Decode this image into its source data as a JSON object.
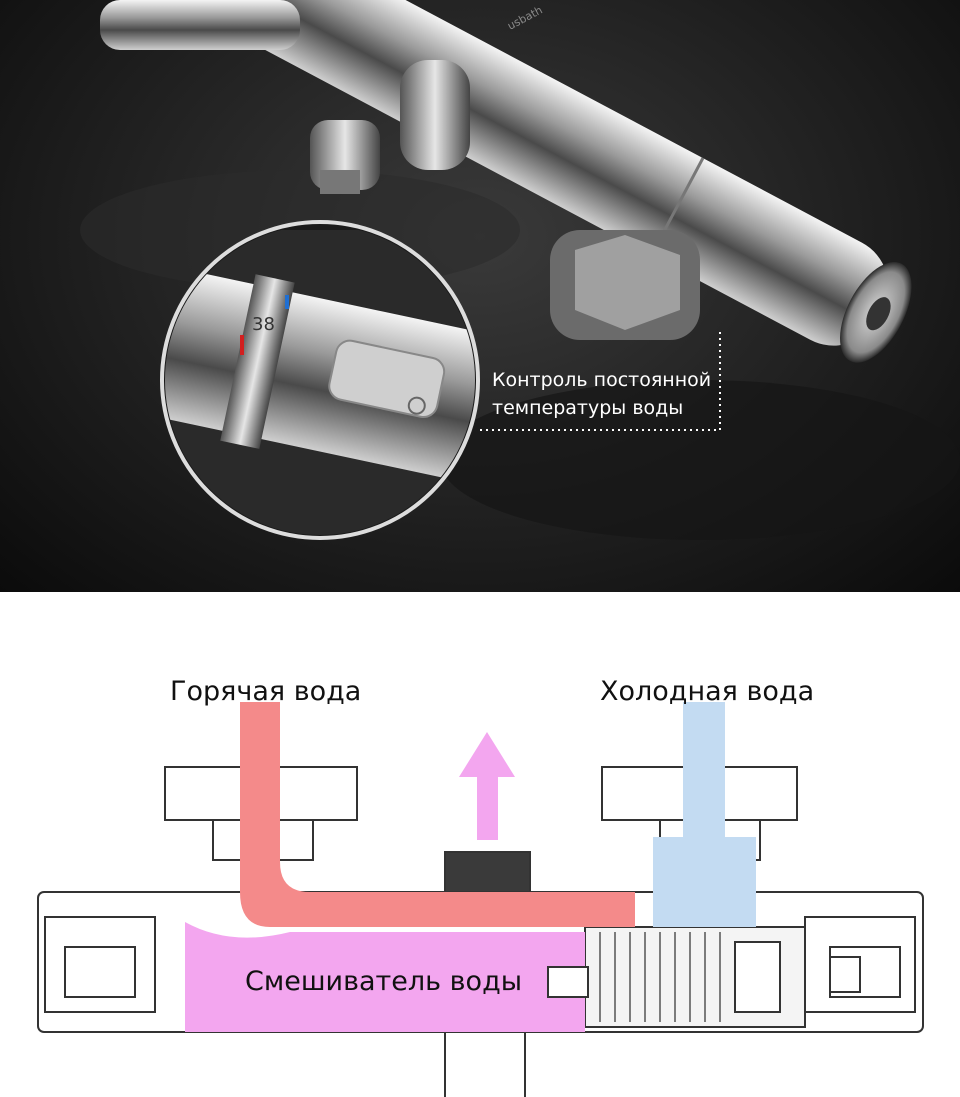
{
  "photo": {
    "callout_line1": "Контроль постоянной",
    "callout_line2": "температуры воды",
    "dial_number": "38",
    "brand_engraving": "usbath"
  },
  "diagram": {
    "hot_label": "Горячая вода",
    "cold_label": "Холодная вода",
    "mixer_label": "Смешиватель воды"
  },
  "colors": {
    "hot": "#f48a8a",
    "cold": "#c3dbf2",
    "mix": "#f3a6ef",
    "outline": "#333333"
  }
}
